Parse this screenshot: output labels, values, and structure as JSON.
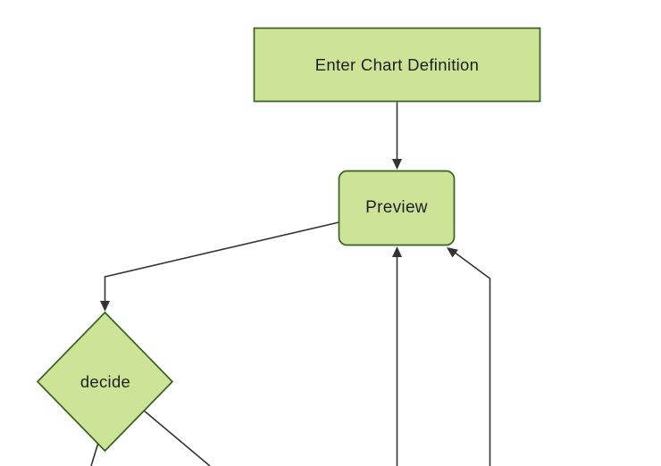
{
  "diagram": {
    "type": "flowchart",
    "nodes": {
      "enter": {
        "label": "Enter Chart Definition",
        "shape": "rectangle"
      },
      "preview": {
        "label": "Preview",
        "shape": "rounded-rectangle"
      },
      "decide": {
        "label": "decide",
        "shape": "diamond"
      }
    },
    "edges": [
      {
        "from": "enter",
        "to": "preview",
        "arrow": true,
        "style": "straight-vertical"
      },
      {
        "from": "preview",
        "to": "decide",
        "arrow": true,
        "style": "diagonal-then-vertical"
      },
      {
        "from": "offscreen-bottom",
        "to": "preview",
        "arrow": true,
        "style": "straight-vertical"
      },
      {
        "from": "offscreen-bottom",
        "to": "preview",
        "arrow": true,
        "style": "vertical-then-diagonal"
      },
      {
        "from": "decide",
        "to": "offscreen-bottom",
        "arrow": false,
        "style": "short-diagonal"
      },
      {
        "from": "decide",
        "to": "offscreen-bottom-right",
        "arrow": false,
        "style": "diagonal"
      }
    ],
    "colors": {
      "node_fill": "#cde498",
      "node_border": "#35621f",
      "edge_stroke": "#333333",
      "arrowhead": "#333333",
      "text": "#1f1f1f",
      "background": "#ffffff"
    }
  }
}
